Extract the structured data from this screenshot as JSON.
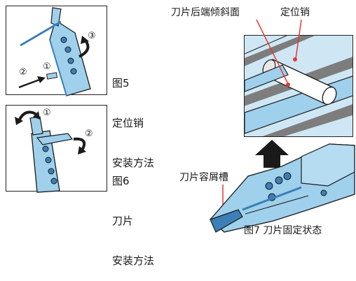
{
  "fig5": {
    "caption_lines": [
      "图5",
      "定位销",
      "安装方法"
    ],
    "steps": [
      "①",
      "②",
      "③"
    ]
  },
  "fig6": {
    "caption_lines": [
      "图6",
      "刀片",
      "安装方法"
    ],
    "steps": [
      "①",
      "②"
    ]
  },
  "fig7": {
    "label_blade_end": "刀片后端倾斜面",
    "label_pin": "定位销",
    "label_slot": "刀片容屑槽",
    "caption": "图7 刀片固定状态"
  },
  "colors": {
    "tool_blue": "#9fd0ec",
    "tool_dark": "#3b7fb6",
    "accent_red": "#e53935",
    "detail_gray": "#7d7d7d",
    "outline": "#1a1a1a"
  }
}
